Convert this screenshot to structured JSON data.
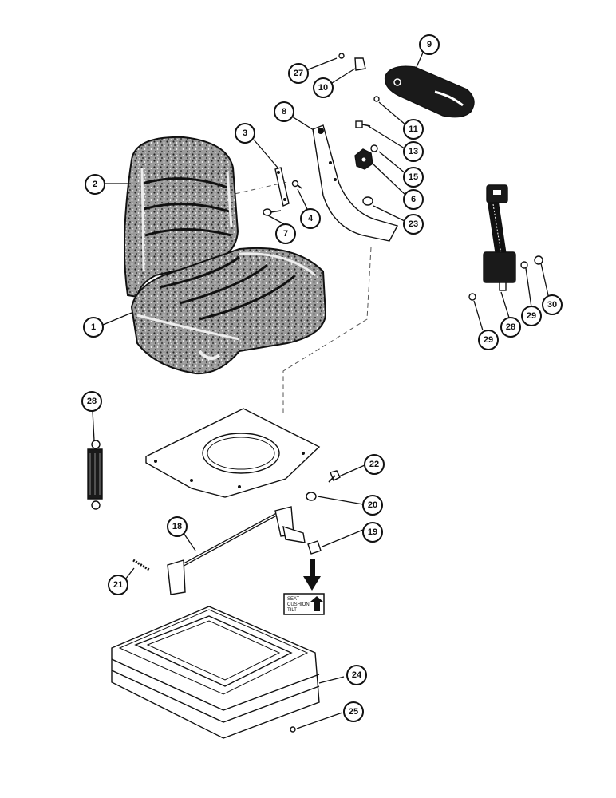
{
  "decal": {
    "line1": "SEAT",
    "line2": "CUSHION",
    "line3": "TILT"
  },
  "callouts": {
    "c1": "1",
    "c2": "2",
    "c3": "3",
    "c4": "4",
    "c6": "6",
    "c7": "7",
    "c8": "8",
    "c9": "9",
    "c10": "10",
    "c11": "11",
    "c13": "13",
    "c15": "15",
    "c18": "18",
    "c19": "19",
    "c20": "20",
    "c21": "21",
    "c22": "22",
    "c23": "23",
    "c24": "24",
    "c25": "25",
    "c27": "27",
    "c28a": "28",
    "c28b": "28",
    "c29a": "29",
    "c29b": "29",
    "c30": "30"
  }
}
